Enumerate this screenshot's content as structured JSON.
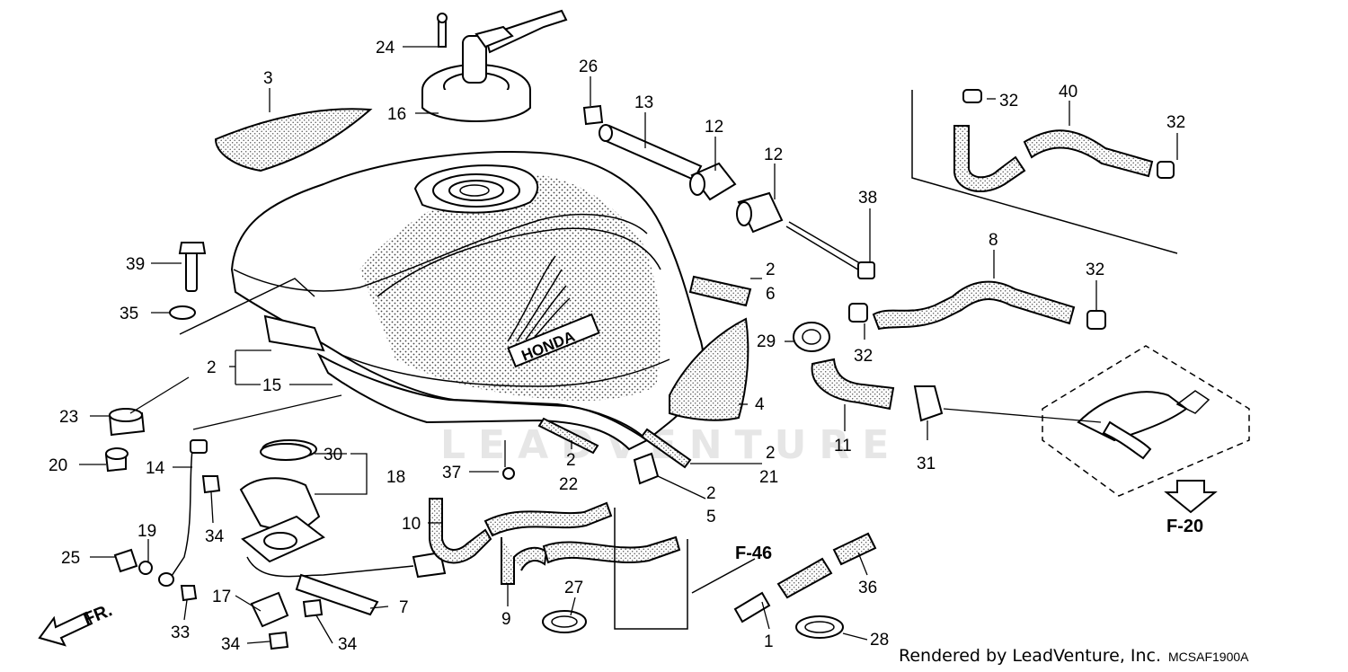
{
  "diagram": {
    "callouts": {
      "c1": "1",
      "c2a": "2",
      "c2b": "2",
      "c2c": "2",
      "c2d": "2",
      "c2e": "2",
      "c3": "3",
      "c4": "4",
      "c5": "5",
      "c6": "6",
      "c7": "7",
      "c8": "8",
      "c9": "9",
      "c10": "10",
      "c11": "11",
      "c12a": "12",
      "c12b": "12",
      "c13": "13",
      "c14": "14",
      "c15": "15",
      "c16": "16",
      "c17": "17",
      "c18": "18",
      "c19": "19",
      "c20": "20",
      "c21": "21",
      "c22": "22",
      "c23": "23",
      "c24": "24",
      "c25": "25",
      "c26": "26",
      "c27": "27",
      "c28": "28",
      "c29": "29",
      "c30": "30",
      "c31": "31",
      "c32a": "32",
      "c32b": "32",
      "c32c": "32",
      "c32d": "32",
      "c33": "33",
      "c34a": "34",
      "c34b": "34",
      "c34c": "34",
      "c35": "35",
      "c36": "36",
      "c37": "37",
      "c38": "38",
      "c39": "39",
      "c40": "40"
    },
    "references": {
      "f46": "F-46",
      "f20": "F-20",
      "front": "FR."
    },
    "tank_logo": "HONDA",
    "watermark": "LEADVENTURE",
    "footer": {
      "credit": "Rendered by LeadVenture, Inc.",
      "code": "MCSAF1900A"
    }
  }
}
